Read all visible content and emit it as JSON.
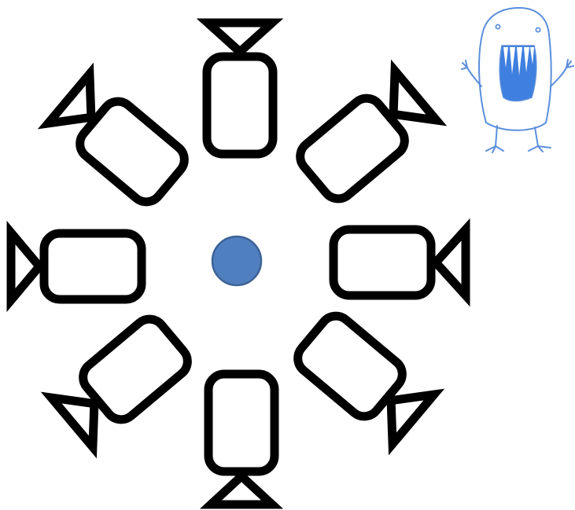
{
  "diagram": {
    "center_subject": {
      "shape": "circle",
      "fill_color": "#4f7fbf",
      "stroke_color": "#3d6296"
    },
    "cameras": [
      {
        "id": "camera-top",
        "facing": "away-from-center"
      },
      {
        "id": "camera-top-right",
        "facing": "away-from-center"
      },
      {
        "id": "camera-right",
        "facing": "away-from-center"
      },
      {
        "id": "camera-bottom-right",
        "facing": "away-from-center"
      },
      {
        "id": "camera-bottom",
        "facing": "away-from-center"
      },
      {
        "id": "camera-bottom-left",
        "facing": "away-from-center"
      },
      {
        "id": "camera-left",
        "facing": "away-from-center"
      },
      {
        "id": "camera-top-left",
        "facing": "away-from-center"
      }
    ],
    "camera_count": 8,
    "camera_stroke_color": "#000000",
    "monster": {
      "icon": "monster-icon",
      "line_color": "#5b8fdc",
      "mouth_color": "#3f7fdf"
    }
  }
}
